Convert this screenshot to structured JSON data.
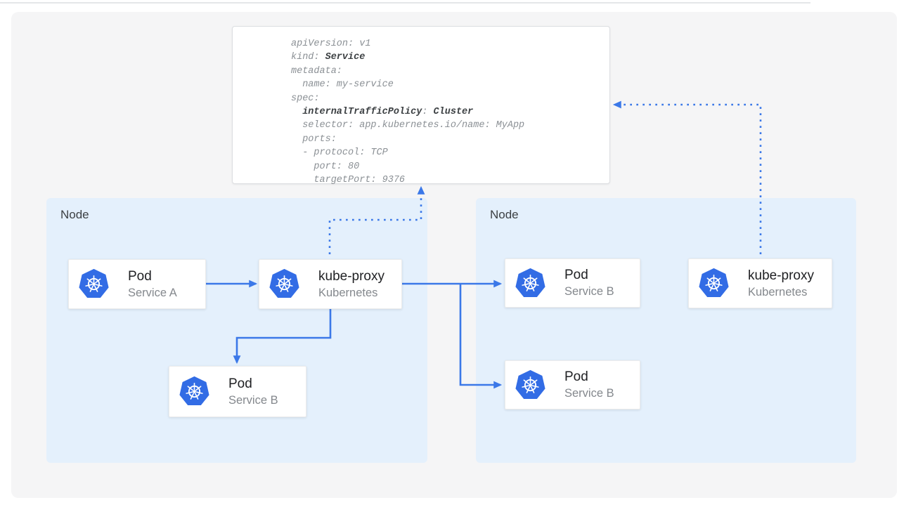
{
  "colors": {
    "accent_blue": "#3b78e8",
    "k8s_blue": "#326ce5",
    "node_bg": "#e4f0fc",
    "panel_bg": "#f5f5f6",
    "code_gray": "#8b9095",
    "code_bold": "#3c4043"
  },
  "icons": {
    "card_icon": "kubernetes-logo-icon"
  },
  "code_card": {
    "lines": [
      [
        {
          "t": "apiVersion: v1",
          "b": false
        }
      ],
      [
        {
          "t": "kind: ",
          "b": false
        },
        {
          "t": "Service",
          "b": true
        }
      ],
      [
        {
          "t": "metadata:",
          "b": false
        }
      ],
      [
        {
          "t": "  name: my-service",
          "b": false
        }
      ],
      [
        {
          "t": "spec:",
          "b": false
        }
      ],
      [
        {
          "t": "  ",
          "b": false
        },
        {
          "t": "internalTrafficPolicy",
          "b": true
        },
        {
          "t": ": ",
          "b": false
        },
        {
          "t": "Cluster",
          "b": true
        }
      ],
      [
        {
          "t": "  selector: app.kubernetes.io/name: MyApp",
          "b": false
        }
      ],
      [
        {
          "t": "  ports:",
          "b": false
        }
      ],
      [
        {
          "t": "  - protocol: TCP",
          "b": false
        }
      ],
      [
        {
          "t": "    port: 80",
          "b": false
        }
      ],
      [
        {
          "t": "    targetPort: 9376",
          "b": false
        }
      ]
    ]
  },
  "nodes": [
    {
      "label": "Node"
    },
    {
      "label": "Node"
    }
  ],
  "cards": [
    {
      "title": "Pod",
      "subtitle": "Service A"
    },
    {
      "title": "kube-proxy",
      "subtitle": "Kubernetes"
    },
    {
      "title": "Pod",
      "subtitle": "Service B"
    },
    {
      "title": "Pod",
      "subtitle": "Service B"
    },
    {
      "title": "kube-proxy",
      "subtitle": "Kubernetes"
    },
    {
      "title": "Pod",
      "subtitle": "Service B"
    }
  ]
}
